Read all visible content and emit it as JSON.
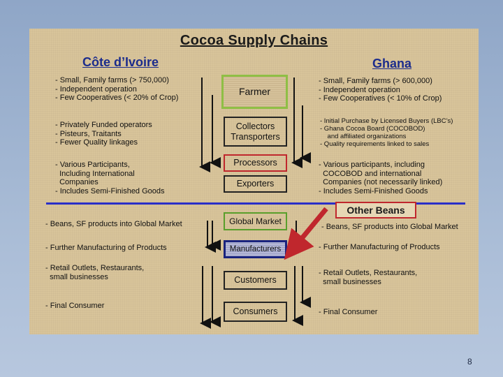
{
  "title": "Cocoa Supply Chains",
  "left_heading": "Côte d’Ivoire",
  "right_heading": "Ghana",
  "left": {
    "g1": "- Small, Family farms (> 750,000)\n- Independent operation\n- Few Cooperatives (< 20% of Crop)",
    "g2": "- Privately Funded operators\n- Pisteurs, Traitants\n- Fewer Quality linkages",
    "g3": "- Various Participants,\n  Including International\n  Companies\n- Includes Semi-Finished Goods",
    "g4": "- Beans, SF products into Global Market",
    "g5": "- Further Manufacturing of Products",
    "g6": "- Retail Outlets, Restaurants,\n  small businesses",
    "g7": "- Final Consumer"
  },
  "right": {
    "g1": "- Small, Family farms (> 600,000)\n- Independent operation\n- Few Cooperatives (< 10% of Crop)",
    "g2": "- Initial Purchase by Licensed Buyers (LBC’s)\n- Ghana Cocoa Board (COCOBOD)\n    and affiliated organizations\n- Quality requirements linked to sales",
    "g3": "- Various participants, including\n  COCOBOD and international\n  Companies (not necessarily linked)\n- Includes Semi-Finished Goods",
    "g4": "- Beans, SF products into Global Market",
    "g5": "- Further Manufacturing of Products",
    "g6": "- Retail Outlets, Restaurants,\n  small businesses",
    "g7": "- Final Consumer"
  },
  "boxes": {
    "farmer": "Farmer",
    "collectors": "Collectors\nTransporters",
    "processors": "Processors",
    "exporters": "Exporters",
    "global_market": "Global Market",
    "manufacturers": "Manufacturers",
    "customers": "Customers",
    "consumers": "Consumers"
  },
  "other_beans": "Other Beans",
  "page_number": "8",
  "colors": {
    "panel": "#d8c49a",
    "heading_blue": "#1c2c8c",
    "divider_blue": "#2a2fc7",
    "green_border": "#5aa02c",
    "red_border": "#c0272d",
    "navy_border": "#1a237e",
    "arrow_red": "#c0272d"
  }
}
